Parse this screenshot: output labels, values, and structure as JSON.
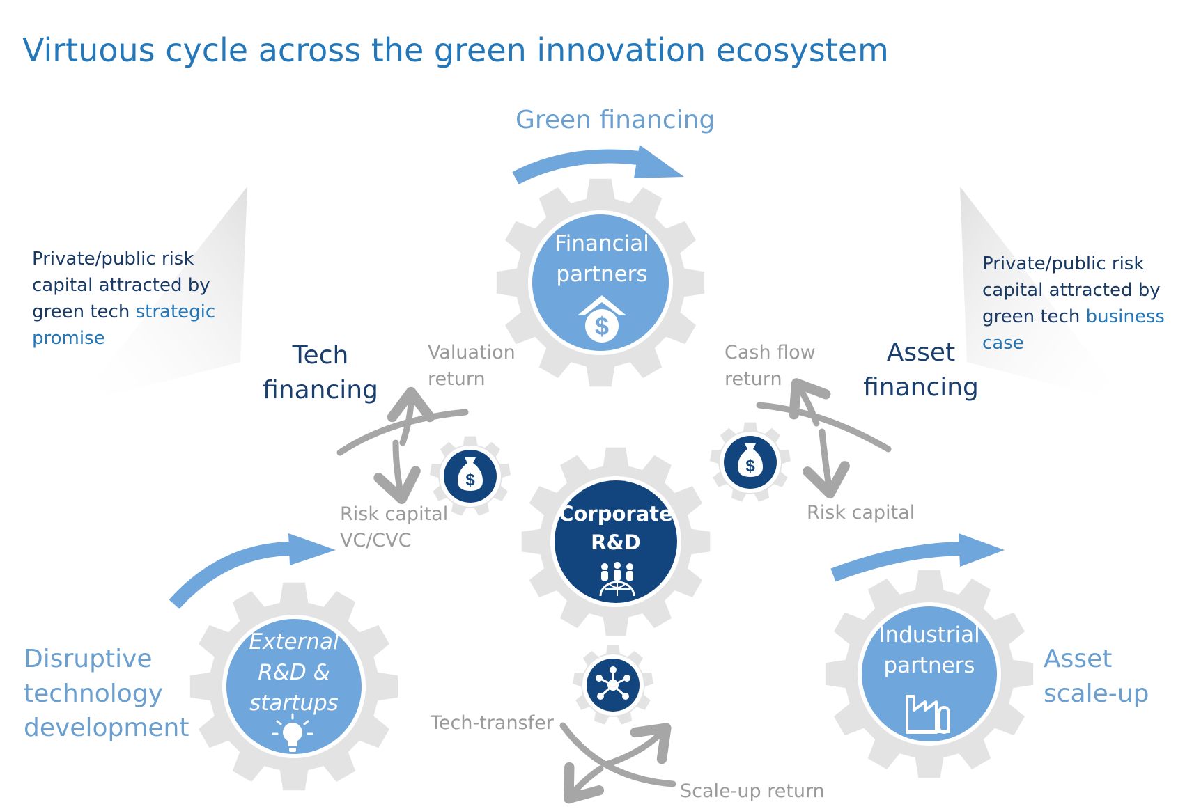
{
  "title": "Virtuous cycle across the green innovation ecosystem",
  "stages": {
    "green_financing": "Green financing",
    "disruptive_tech": [
      "Disruptive",
      "technology",
      "development"
    ],
    "asset_scaleup": [
      "Asset",
      "scale-up"
    ]
  },
  "financing": {
    "tech": [
      "Tech",
      "financing"
    ],
    "asset": [
      "Asset",
      "financing"
    ]
  },
  "notes": {
    "left": {
      "text": "Private/public risk capital attracted by green tech ",
      "highlight": "strategic promise"
    },
    "right": {
      "text": "Private/public risk capital attracted by green tech ",
      "highlight": "business case"
    }
  },
  "flows": {
    "valuation_return": [
      "Valuation",
      "return"
    ],
    "cash_flow_return": [
      "Cash flow",
      "return"
    ],
    "risk_capital_left": [
      "Risk capital",
      "VC/CVC"
    ],
    "risk_capital_right": "Risk capital",
    "tech_transfer": "Tech-transfer",
    "scaleup_return": "Scale-up return"
  },
  "gears": {
    "financial": {
      "lines": [
        "Financial",
        "partners"
      ],
      "icon": "house-dollar-icon"
    },
    "corporate": {
      "lines": [
        "Corporate",
        "R&D"
      ],
      "icon": "people-globe-icon"
    },
    "external": {
      "lines": [
        "External",
        "R&D &",
        "startups"
      ],
      "icon": "lightbulb-icon"
    },
    "industrial": {
      "lines": [
        "Industrial",
        "partners"
      ],
      "icon": "factory-icon"
    },
    "small_left": {
      "icon": "money-bag-icon"
    },
    "small_right": {
      "icon": "money-bag-icon"
    },
    "small_bottom": {
      "icon": "network-icon"
    }
  },
  "colors": {
    "gear_gray": "#e3e3e3",
    "light_blue": "#6fa6db",
    "navy": "#12457d",
    "title_blue": "#2477b8",
    "arrow_blue": "#6fa6db",
    "arrow_gray": "#a6a6a6"
  }
}
